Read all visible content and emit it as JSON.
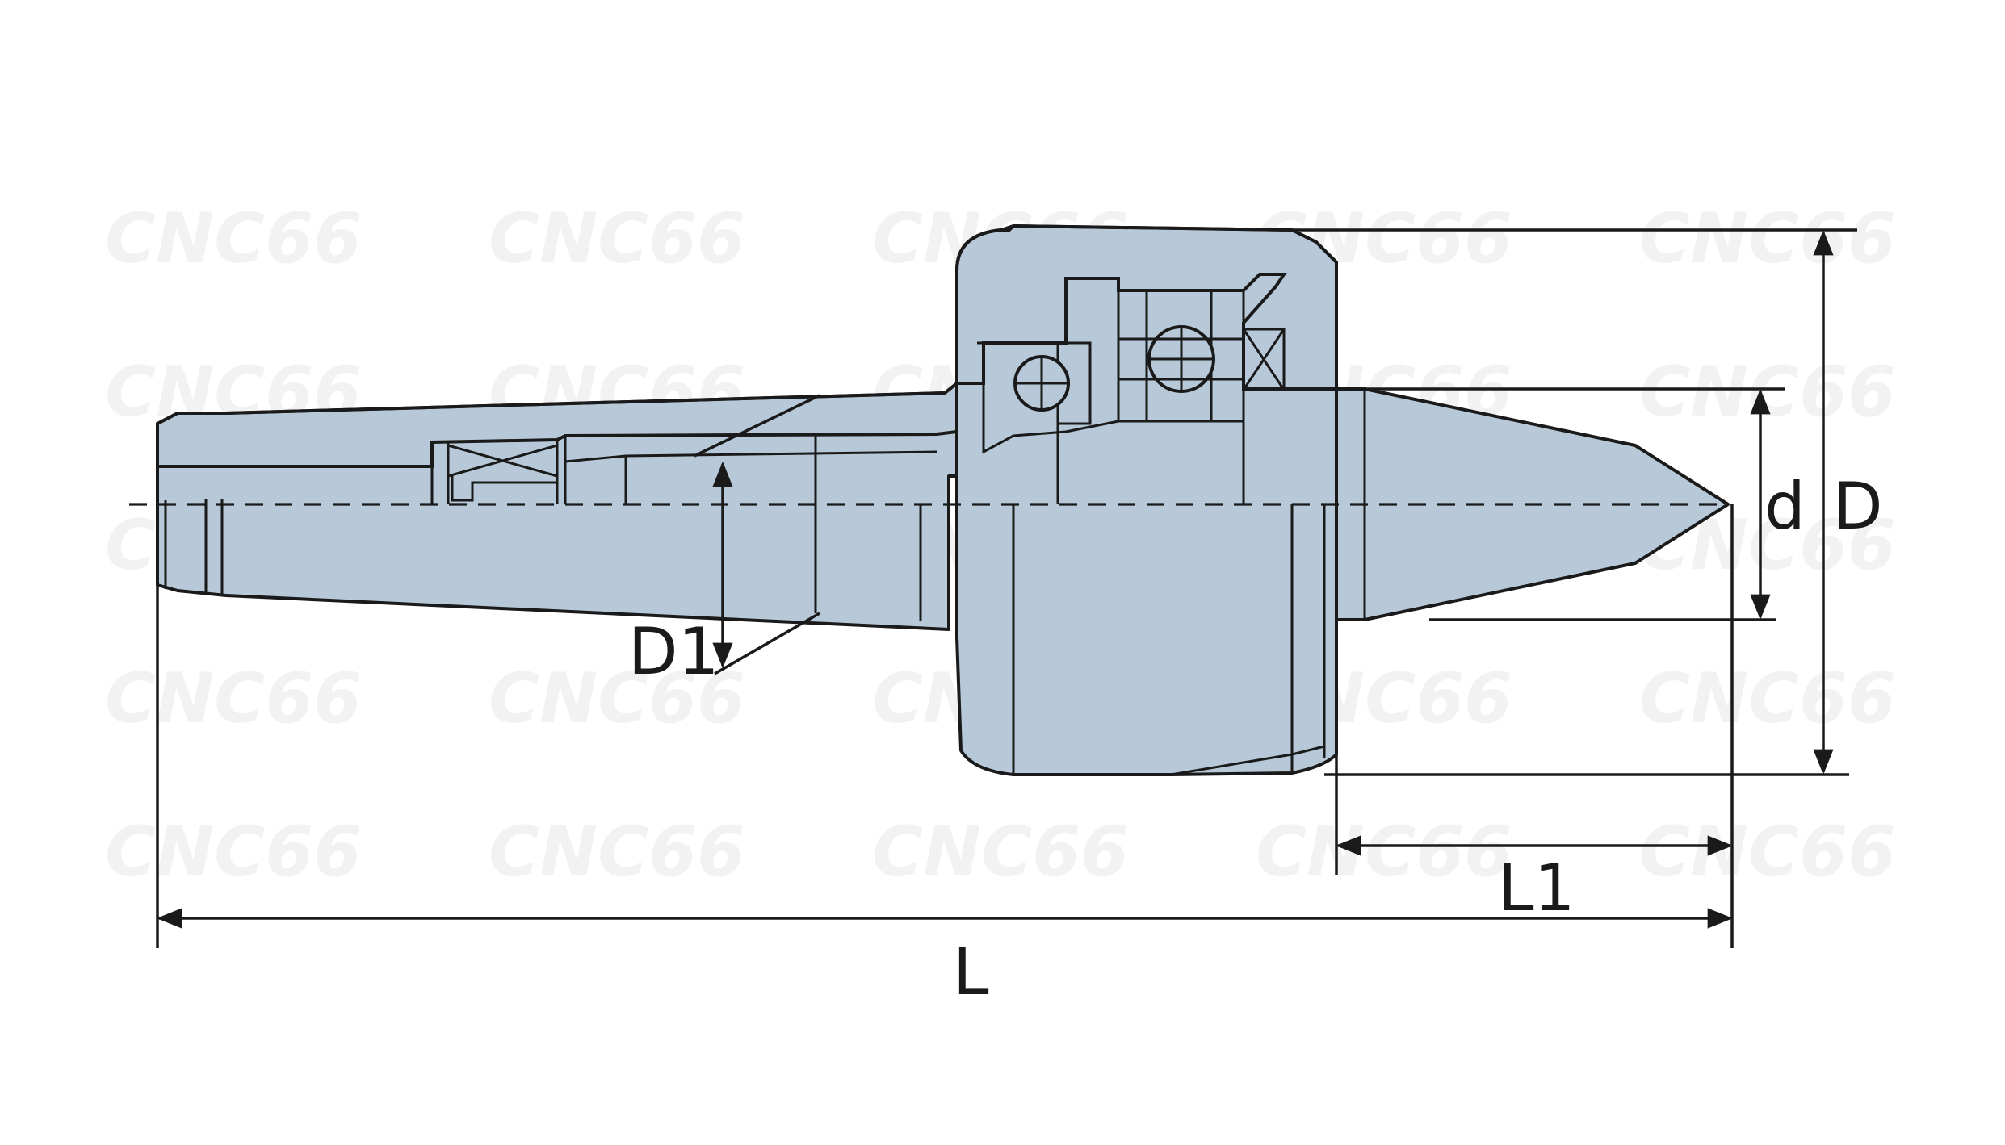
{
  "watermark": {
    "text": "CNC66"
  },
  "dimensions": {
    "overall_length": "L",
    "tip_length": "L1",
    "taper_diameter": "D1",
    "point_diameter": "d",
    "body_diameter": "D"
  },
  "colors": {
    "part_fill": "#b7c9d8",
    "line": "#1a1a1a",
    "background": "#ffffff"
  }
}
